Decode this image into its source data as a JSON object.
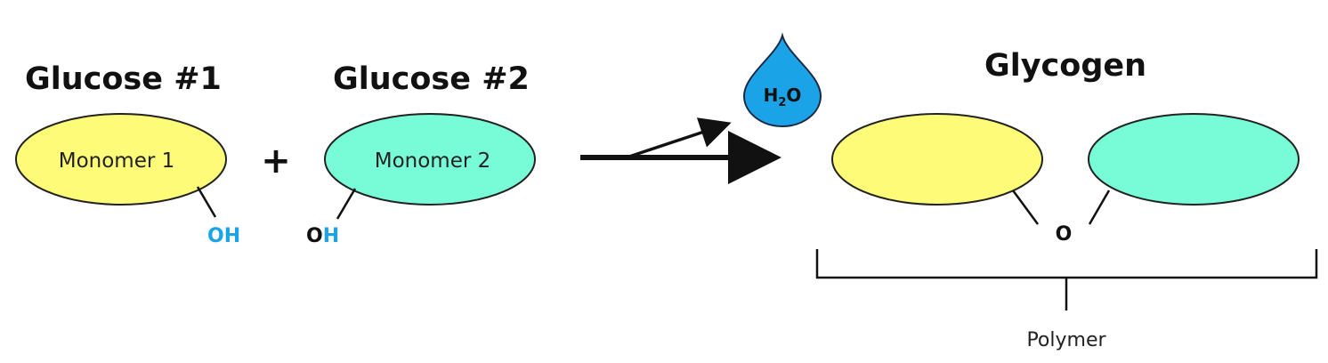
{
  "colors": {
    "monomer1_fill": "#fdfb78",
    "monomer2_fill": "#78fcd8",
    "hydroxyl_blue": "#1aa3e6",
    "water_drop": "#1aa3e6"
  },
  "left": {
    "glucose1_title": "Glucose #1",
    "glucose2_title": "Glucose #2",
    "monomer1_label": "Monomer 1",
    "monomer2_label": "Monomer 2",
    "plus_sign": "+",
    "oh1_o": "O",
    "oh1_h": "H",
    "oh2_o": "O",
    "oh2_h": "H"
  },
  "water": {
    "h": "H",
    "subscript": "2",
    "o": "O",
    "icon": "water-drop-icon"
  },
  "right": {
    "product_title": "Glycogen",
    "bridge_oxygen": "O",
    "polymer_label": "Polymer"
  }
}
